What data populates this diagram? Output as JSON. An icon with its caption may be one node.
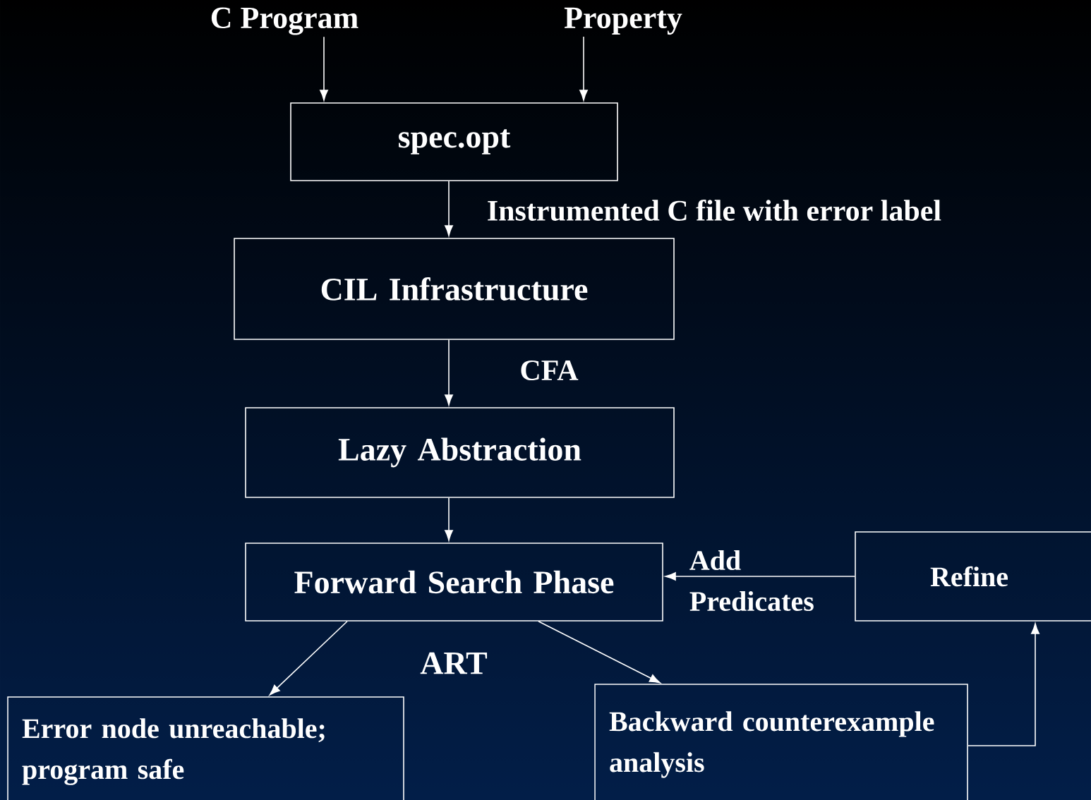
{
  "diagram": {
    "nodes": [
      {
        "text": [
          "C Program"
        ]
      },
      {
        "text": [
          "Property"
        ]
      },
      {
        "text": [
          "spec.opt"
        ]
      },
      {
        "text": [
          "CIL Infrastructure"
        ]
      },
      {
        "text": [
          "Lazy Abstraction"
        ]
      },
      {
        "text": [
          "Forward Search Phase"
        ]
      },
      {
        "text": [
          "Refine"
        ]
      },
      {
        "text": [
          "Error node unreachable; program safe"
        ]
      },
      {
        "text": [
          "Backward counterexample analysis"
        ]
      }
    ],
    "edges": [
      {
        "from": 0,
        "to": 2,
        "arrow": "to"
      },
      {
        "from": 1,
        "to": 2,
        "arrow": "to"
      },
      {
        "from": 2,
        "to": 3,
        "arrow": "to",
        "label": "Instrumented C file with error label"
      },
      {
        "from": 3,
        "to": 4,
        "arrow": "to",
        "label": "CFA"
      },
      {
        "from": 4,
        "to": 5,
        "arrow": "to"
      },
      {
        "from": 6,
        "to": 5,
        "arrow": "to",
        "label": "Add Predicates"
      },
      {
        "from": 5,
        "to": 7,
        "arrow": "to"
      },
      {
        "from": 5,
        "to": 8,
        "arrow": "to"
      },
      {
        "from": 8,
        "to": 6,
        "arrow": "to"
      }
    ],
    "labels": [
      "ART"
    ]
  }
}
